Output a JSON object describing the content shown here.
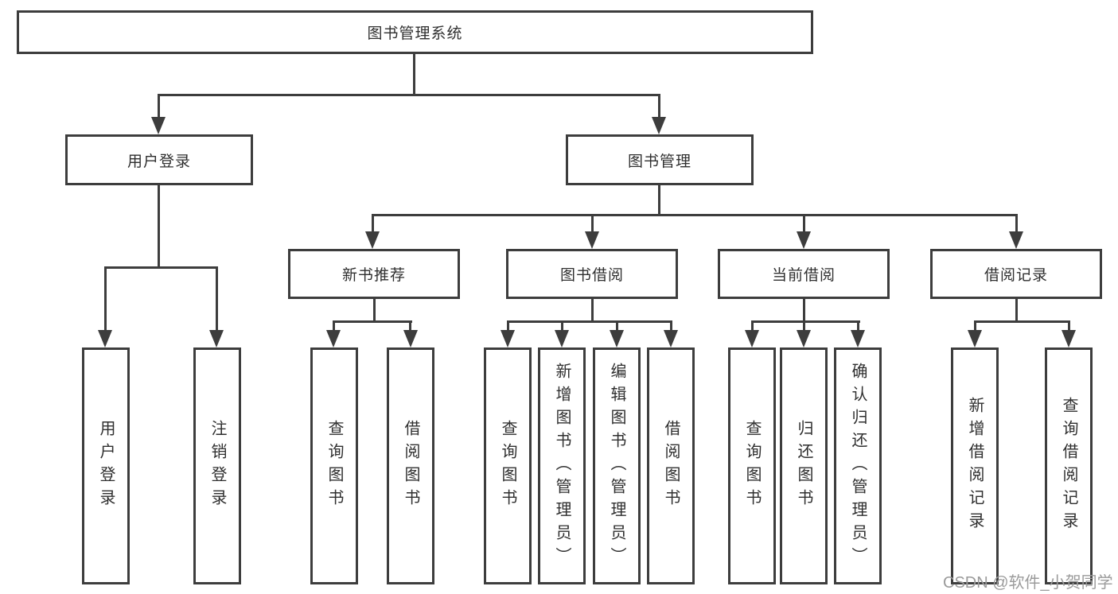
{
  "diagram": {
    "root": "图书管理系统",
    "level2": {
      "user_login": "用户登录",
      "book_mgmt": "图书管理"
    },
    "level3": {
      "new_books": "新书推荐",
      "book_borrow": "图书借阅",
      "current_borrow": "当前借阅",
      "borrow_records": "借阅记录"
    },
    "leaves": {
      "user_login": [
        "用户登录",
        "注销登录"
      ],
      "new_books": [
        "查询图书",
        "借阅图书"
      ],
      "book_borrow": [
        "查询图书",
        "新增图书（管理员）",
        "编辑图书（管理员）",
        "借阅图书"
      ],
      "current_borrow": [
        "查询图书",
        "归还图书",
        "确认归还（管理员）"
      ],
      "borrow_records": [
        "新增借阅记录",
        "查询借阅记录"
      ]
    }
  },
  "watermark": "CSDN @软件_小贺同学",
  "colors": {
    "line": "#3d3d3d",
    "text": "#2f2f2f",
    "watermark": "#9b9b9b",
    "background": "#ffffff"
  }
}
